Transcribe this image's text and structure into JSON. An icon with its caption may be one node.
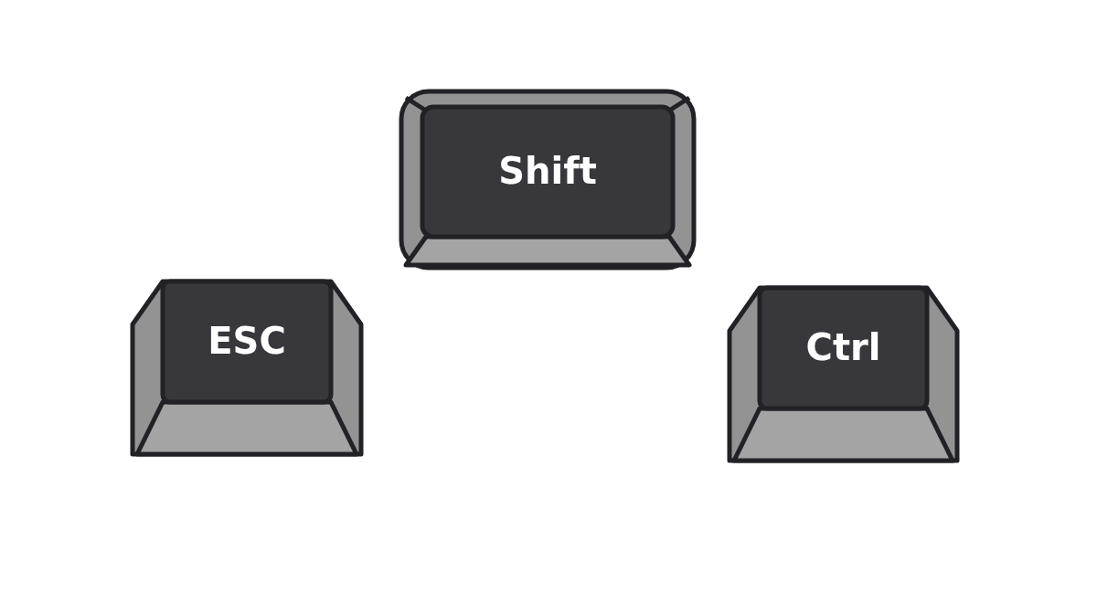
{
  "diagram": {
    "nodes": [
      {
        "text": [
          "Shift"
        ]
      },
      {
        "text": [
          "ESC"
        ]
      },
      {
        "text": [
          "Ctrl"
        ]
      }
    ]
  }
}
